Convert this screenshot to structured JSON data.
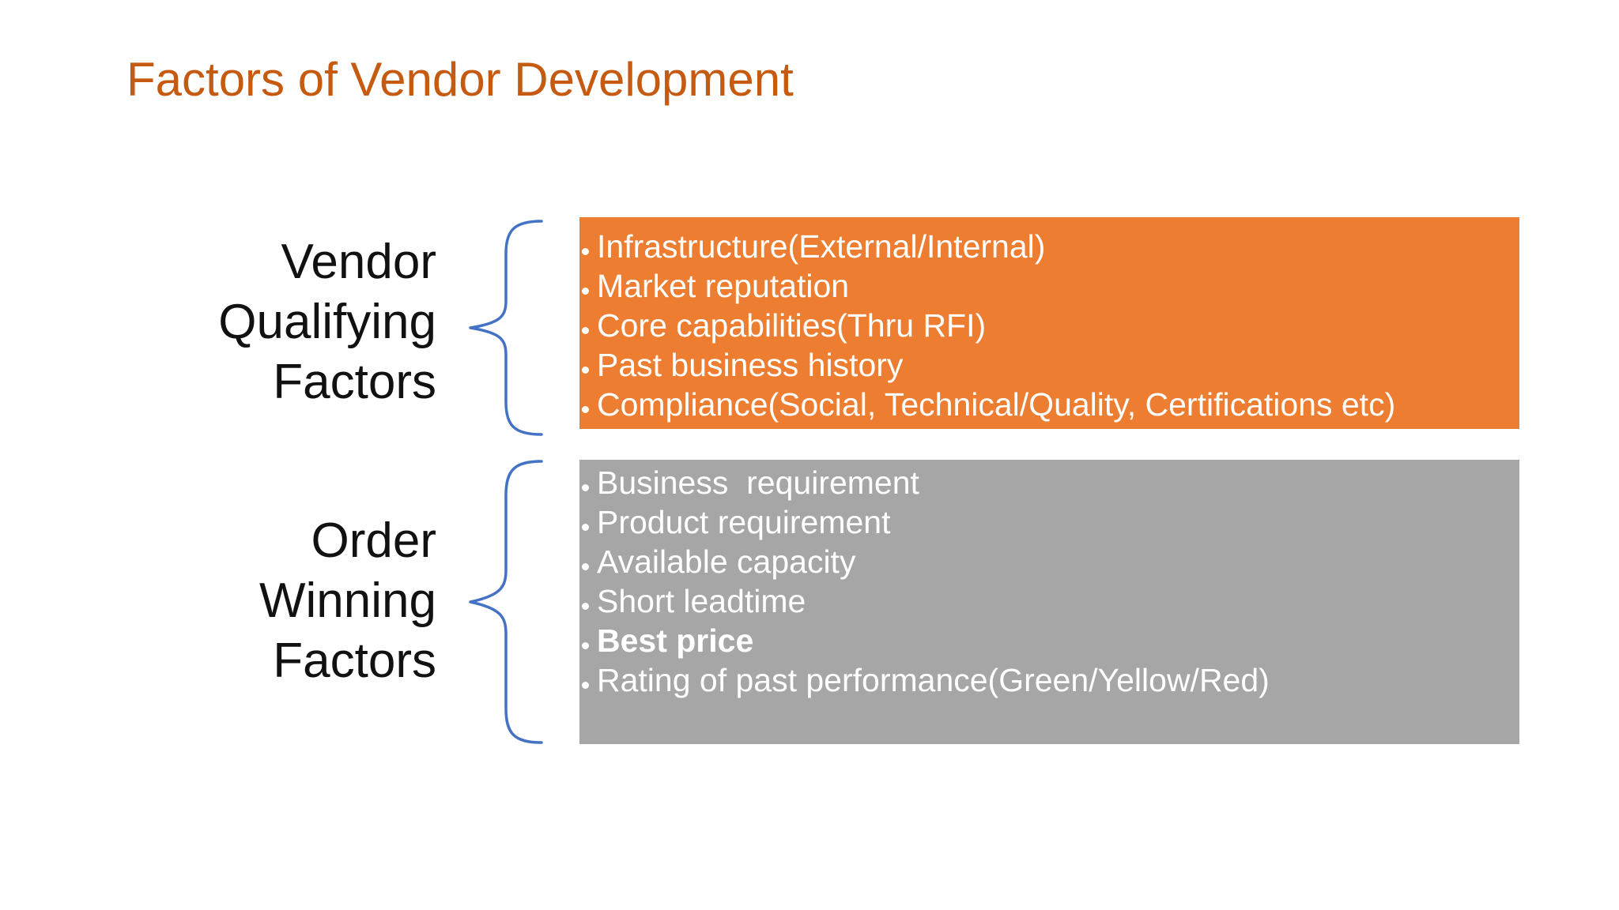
{
  "slide": {
    "title": "Factors of Vendor Development",
    "colors": {
      "background": "#ffffff",
      "title": "#C55A11",
      "label": "#111111",
      "brace": "#4472C4",
      "box1_bg": "#ED7D31",
      "box2_bg": "#A6A6A6",
      "box_text": "#ffffff"
    },
    "sections": [
      {
        "label": "Vendor\nQualifying\nFactors",
        "bullets": [
          {
            "text": "Infrastructure(External/Internal)",
            "bold": false
          },
          {
            "text": "Market reputation",
            "bold": false
          },
          {
            "text": "Core capabilities(Thru RFI)",
            "bold": false
          },
          {
            "text": "Past business history",
            "bold": false
          },
          {
            "text": "Compliance(Social, Technical/Quality, Certifications etc)",
            "bold": false
          }
        ]
      },
      {
        "label": "Order\nWinning\nFactors",
        "bullets": [
          {
            "text": "Business  requirement",
            "bold": false
          },
          {
            "text": "Product requirement",
            "bold": false
          },
          {
            "text": "Available capacity",
            "bold": false
          },
          {
            "text": "Short leadtime",
            "bold": false
          },
          {
            "text": "Best price",
            "bold": true
          },
          {
            "text": "Rating of past performance(Green/Yellow/Red)",
            "bold": false
          }
        ]
      }
    ]
  }
}
